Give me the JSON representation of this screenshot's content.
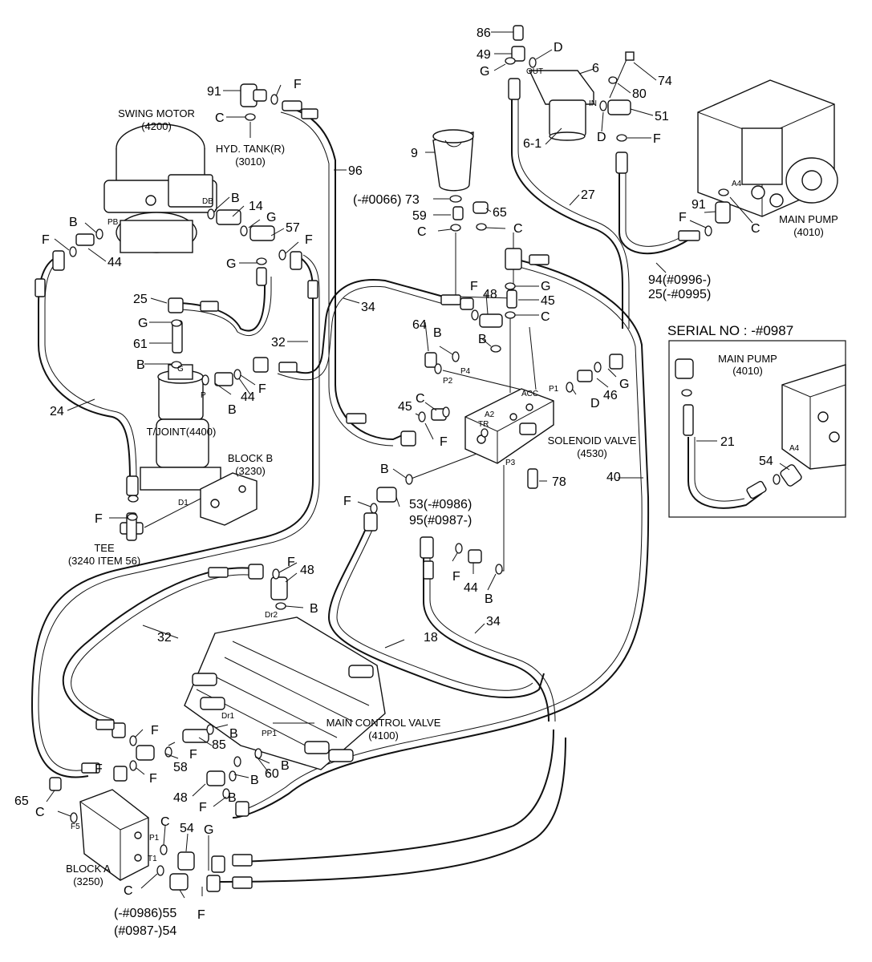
{
  "component_labels": {
    "swing_motor": {
      "name": "SWING MOTOR",
      "code": "(4200)"
    },
    "hyd_tank": {
      "name": "HYD. TANK(R)",
      "code": "(3010)"
    },
    "tjoint": {
      "name": "T/JOINT(4400)"
    },
    "block_b": {
      "name": "BLOCK B",
      "code": "(3230)"
    },
    "tee": {
      "name": "TEE",
      "code": "(3240 ITEM 56)"
    },
    "solenoid_valve": {
      "name": "SOLENOID VALVE",
      "code": "(4530)"
    },
    "main_pump": {
      "name": "MAIN PUMP",
      "code": "(4010)"
    },
    "main_control_valve": {
      "name": "MAIN CONTROL VALVE",
      "code": "(4100)"
    },
    "block_a": {
      "name": "BLOCK A",
      "code": "(3250)"
    }
  },
  "inset": {
    "title": "SERIAL NO : -#0987",
    "pump_name": "MAIN PUMP",
    "pump_code": "(4010)",
    "port": "A4",
    "part_21": "21",
    "part_54": "54"
  },
  "port_labels": {
    "db": "DB",
    "pb": "PB",
    "dr2": "Dr2",
    "dr1": "Dr1",
    "pp1": "PP1",
    "d1": "D1",
    "p": "P",
    "g": "G",
    "p1": "P1",
    "p2": "P2",
    "p3": "P3",
    "p4": "P4",
    "acc": "ACC",
    "a4": "A4",
    "f5": "F5",
    "t1": "T1",
    "blk_p1": "P1",
    "out": "OUT",
    "in": "IN",
    "tr": "TR",
    "a2": "A2"
  },
  "part_numbers": {
    "p86": "86",
    "p49": "49",
    "p6": "6",
    "p74": "74",
    "p80": "80",
    "p51": "51",
    "p6_1": "6-1",
    "p9": "9",
    "p73": "(-#0066) 73",
    "p59": "59",
    "p65a": "65",
    "p27": "27",
    "p91a": "91",
    "p96": "96",
    "p14": "14",
    "p57": "57",
    "p44a": "44",
    "p25a": "25",
    "p34a": "34",
    "p61": "61",
    "p32a": "32",
    "p24": "24",
    "p44b": "44",
    "p48a": "48",
    "p45a": "45",
    "p64": "64",
    "p45b": "45",
    "p46": "46",
    "p91b": "91",
    "p94": "94(#0996-)",
    "p25b": "25(-#0995)",
    "p78": "78",
    "p40": "40",
    "p53": "53(-#0986)",
    "p95": "95(#0987-)",
    "p48b": "48",
    "p44c": "44",
    "p34b": "34",
    "p18": "18",
    "p32b": "32",
    "p85": "85",
    "p58": "58",
    "p60": "60",
    "p48c": "48",
    "p65b": "65",
    "p54a": "54",
    "p55": "(-#0986)55",
    "p54b": "(#0987-)54"
  },
  "callout_letters": {
    "f1": "F",
    "c1": "C",
    "d1": "D",
    "g1": "G",
    "d2": "D",
    "f2": "F",
    "c2": "C",
    "c3": "C",
    "b1": "B",
    "b2": "B",
    "g2": "G",
    "f3": "F",
    "f4": "F",
    "g3": "G",
    "g4": "G",
    "b3": "B",
    "b4": "B",
    "f5": "F",
    "f6": "F",
    "g5": "G",
    "c4": "C",
    "b5": "B",
    "b6": "B",
    "c5": "C",
    "f7": "F",
    "d3": "D",
    "g6": "G",
    "f8": "F",
    "c6": "C",
    "b7": "B",
    "f9": "F",
    "b8": "B",
    "f10": "F",
    "b9": "B",
    "f11": "F",
    "f12": "F",
    "b10": "B",
    "f13": "F",
    "b11": "B",
    "f14": "F",
    "b12": "B",
    "f15": "F",
    "c7": "C",
    "c8": "C",
    "g7": "G",
    "c9": "C",
    "f16": "F",
    "b13": "B",
    "f17": "F",
    "f18": "F"
  }
}
